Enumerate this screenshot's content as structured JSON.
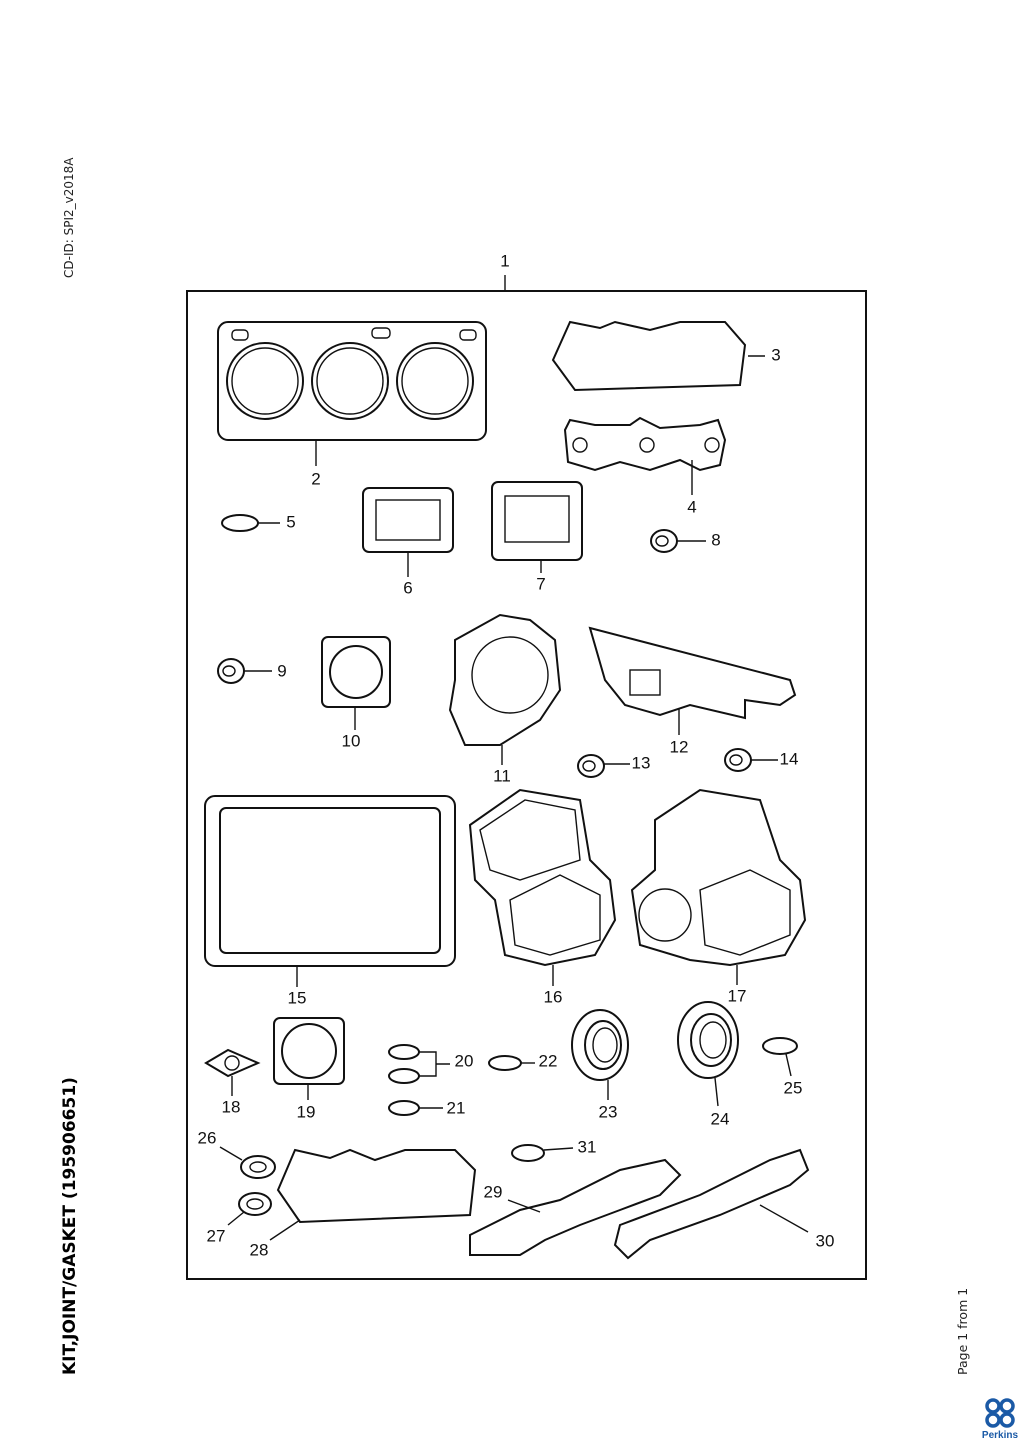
{
  "header": {
    "cd_id": "CD-ID: SPI2_v2018A"
  },
  "document": {
    "title": "KIT,JOINT/GASKET (195906651)",
    "page_label": "Page 1 from 1"
  },
  "brand": {
    "name": "Perkins",
    "color": "#1b5aa6"
  },
  "diagram": {
    "callouts": [
      "1",
      "2",
      "3",
      "4",
      "5",
      "6",
      "7",
      "8",
      "9",
      "10",
      "11",
      "12",
      "13",
      "14",
      "15",
      "16",
      "17",
      "18",
      "19",
      "20",
      "21",
      "22",
      "23",
      "24",
      "25",
      "26",
      "27",
      "28",
      "29",
      "30",
      "31"
    ]
  }
}
